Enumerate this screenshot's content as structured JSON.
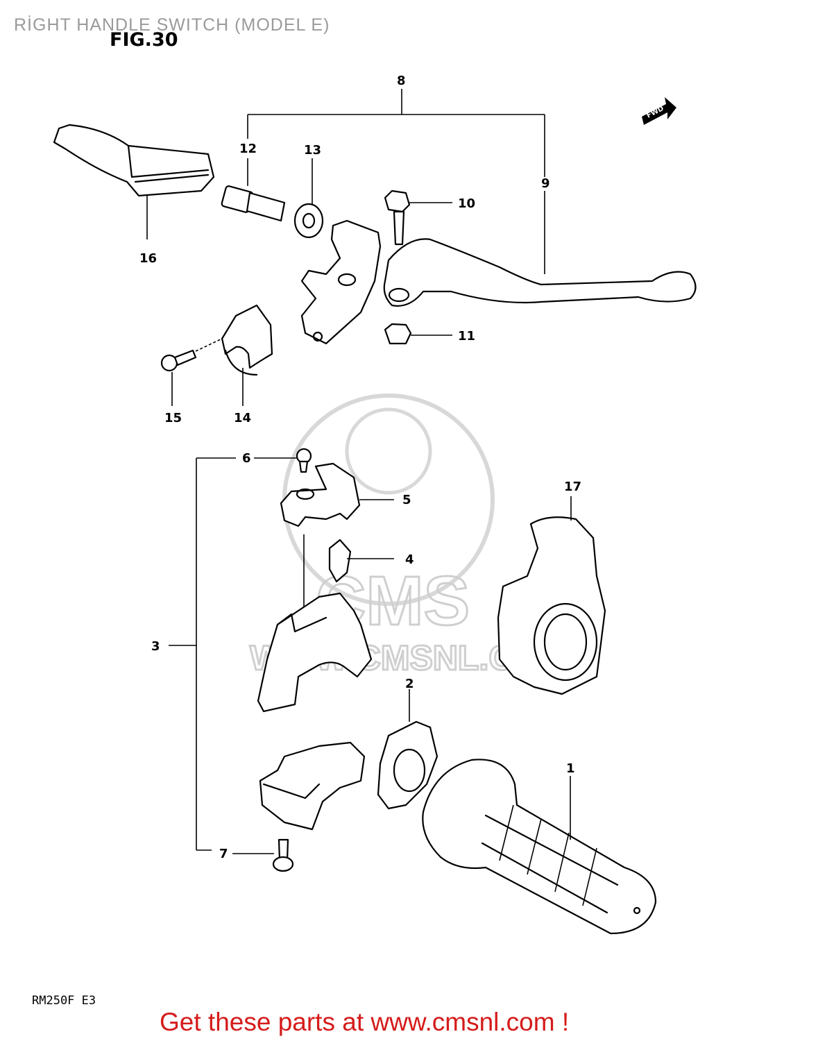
{
  "page_title": "RİGHT HANDLE SWITCH (MODEL E)",
  "fig_label": "FIG.30",
  "model_code": "RM250F E3",
  "footer_link": "Get these parts at www.cmsnl.com !",
  "watermark": {
    "logo_text": "CMS",
    "url_text": "WWW.CMSNL.COM"
  },
  "fwd_label": "FWD",
  "part_numbers": [
    "1",
    "2",
    "3",
    "4",
    "5",
    "6",
    "7",
    "8",
    "9",
    "10",
    "11",
    "12",
    "13",
    "14",
    "15",
    "16",
    "17"
  ]
}
